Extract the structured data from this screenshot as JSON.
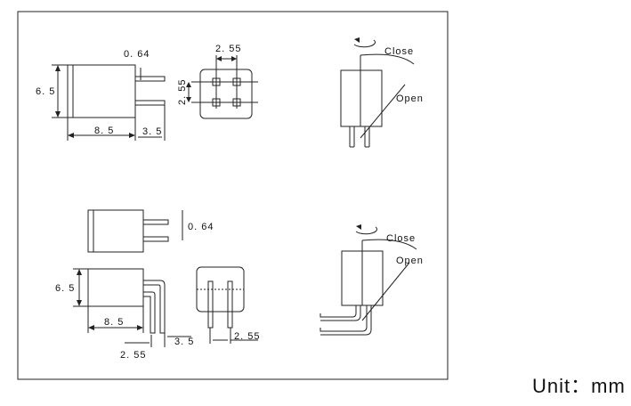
{
  "top": {
    "dim_width": "0. 64",
    "dim_height": "6. 5",
    "dim_length": "8. 5",
    "dim_pin": "3. 5",
    "pitch_h": "2. 55",
    "pitch_v": "2. 55",
    "label_close": "Close",
    "label_open": "Open"
  },
  "bottom": {
    "dim_width": "0. 64",
    "dim_height": "6. 5",
    "dim_length": "8. 5",
    "dim_pin": "3. 5",
    "pitch_bottom": "2. 55",
    "pitch_front": "2. 55",
    "label_close": "Close",
    "label_open": "Open"
  },
  "unit_label": "Unit：mm"
}
